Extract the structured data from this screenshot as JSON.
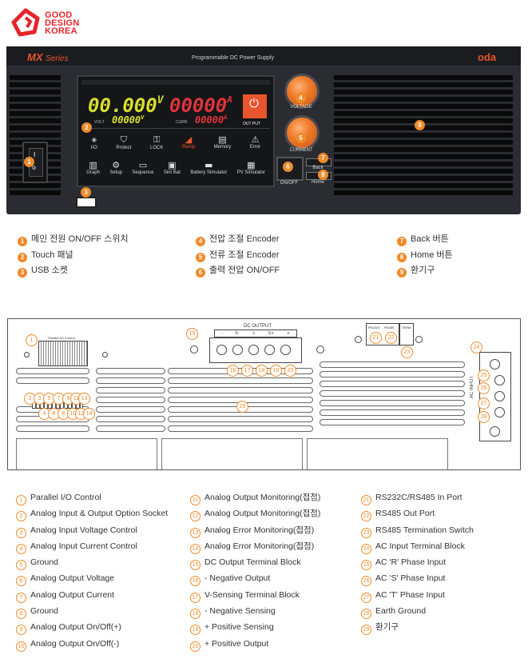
{
  "logo": {
    "line1": "GOOD",
    "line2": "DESIGN",
    "line3": "KOREA"
  },
  "front": {
    "brand": "MX",
    "brand_suffix": "Series",
    "title": "Programmable DC Power Supply",
    "maker": "oda",
    "screen": {
      "voltage": "00.000",
      "voltage_unit": "V",
      "current": "00000",
      "current_unit": "A",
      "sub_voltage": "00000",
      "sub_unit_v": "V",
      "sub_current": "00000",
      "sub_unit_a": "A",
      "volt_label": "VOLT",
      "curr_label": "CURR",
      "output_label": "OUT PUT",
      "row1": [
        {
          "label": "I/O"
        },
        {
          "label": "Protect"
        },
        {
          "label": "LOCK"
        },
        {
          "label": "Ramp"
        },
        {
          "label": "Memory"
        },
        {
          "label": "Error"
        }
      ],
      "row2": [
        {
          "label": "Graph"
        },
        {
          "label": "Setup"
        },
        {
          "label": "Sequence"
        },
        {
          "label": "Sim Bat"
        },
        {
          "label": "Battery Simulator"
        },
        {
          "label": "PV Simulator"
        }
      ]
    },
    "knob_voltage": "VOLTAGE",
    "knob_current": "CURRENT",
    "onoff_label": "ON/OFF",
    "back_label": "Back",
    "home_label": "Home",
    "callouts": [
      "1",
      "2",
      "3",
      "4",
      "5",
      "6",
      "7",
      "8",
      "9"
    ]
  },
  "front_legend": [
    {
      "n": "1",
      "text": "메인 전원 ON/OFF 스위치"
    },
    {
      "n": "2",
      "text": "Touch 패널"
    },
    {
      "n": "3",
      "text": "USB 소켓"
    },
    {
      "n": "4",
      "text": "전압 조절 Encoder"
    },
    {
      "n": "5",
      "text": "전류 조절 Encoder"
    },
    {
      "n": "6",
      "text": "출력 전압 ON/OFF"
    },
    {
      "n": "7",
      "text": "Back 버튼"
    },
    {
      "n": "8",
      "text": "Home 버튼"
    },
    {
      "n": "9",
      "text": "환기구"
    }
  ],
  "rear": {
    "dc_output": "DC OUTPUT",
    "terminal_signs": [
      "-",
      "S-",
      "⏚",
      "S+",
      "+"
    ],
    "parallel_label": "Parallel I/O Control",
    "rs_labels": [
      "RS232C",
      "RS485",
      "TERM"
    ],
    "ac_input": "AC INPUT",
    "callouts": [
      "1",
      "2",
      "3",
      "4",
      "5",
      "6",
      "7",
      "8",
      "9",
      "10",
      "11",
      "12",
      "13",
      "14",
      "15",
      "16",
      "17",
      "18",
      "19",
      "20",
      "21",
      "22",
      "23",
      "24",
      "25",
      "26",
      "27",
      "28",
      "29"
    ]
  },
  "rear_legend": [
    {
      "n": "1",
      "text": "Parallel I/O Control"
    },
    {
      "n": "2",
      "text": "Analog Input & Output Option Socket"
    },
    {
      "n": "3",
      "text": "Analog Input Voltage Control"
    },
    {
      "n": "4",
      "text": "Analog Input Current Control"
    },
    {
      "n": "5",
      "text": "Ground"
    },
    {
      "n": "6",
      "text": "Analog Output Voltage"
    },
    {
      "n": "7",
      "text": "Analog Output Current"
    },
    {
      "n": "8",
      "text": "Ground"
    },
    {
      "n": "9",
      "text": "Analog Output On/Off(+)"
    },
    {
      "n": "10",
      "text": "Analog Output On/Off(-)"
    },
    {
      "n": "11",
      "text": "Analog Output Monitoring(접점)"
    },
    {
      "n": "12",
      "text": "Analog Output Monitoring(접점)"
    },
    {
      "n": "13",
      "text": "Analog Error Monitoring(접점)"
    },
    {
      "n": "14",
      "text": "Analog Error Monitoring(접점)"
    },
    {
      "n": "15",
      "text": "DC Output Terminal Block"
    },
    {
      "n": "16",
      "text": "- Negative Output"
    },
    {
      "n": "17",
      "text": "V-Sensing Terminal Block"
    },
    {
      "n": "18",
      "text": "- Negative Sensing"
    },
    {
      "n": "19",
      "text": "+ Positive Sensing"
    },
    {
      "n": "20",
      "text": "+ Positive Output"
    },
    {
      "n": "21",
      "text": "RS232C/RS485 In Port"
    },
    {
      "n": "22",
      "text": "RS485 Out Port"
    },
    {
      "n": "23",
      "text": "RS485 Termination Switch"
    },
    {
      "n": "24",
      "text": "AC Input Terminal Block"
    },
    {
      "n": "25",
      "text": "AC 'R' Phase Input"
    },
    {
      "n": "26",
      "text": "AC 'S' Phase Input"
    },
    {
      "n": "27",
      "text": "AC 'T' Phase Input"
    },
    {
      "n": "28",
      "text": "Earth Ground"
    },
    {
      "n": "29",
      "text": "환기구"
    }
  ]
}
